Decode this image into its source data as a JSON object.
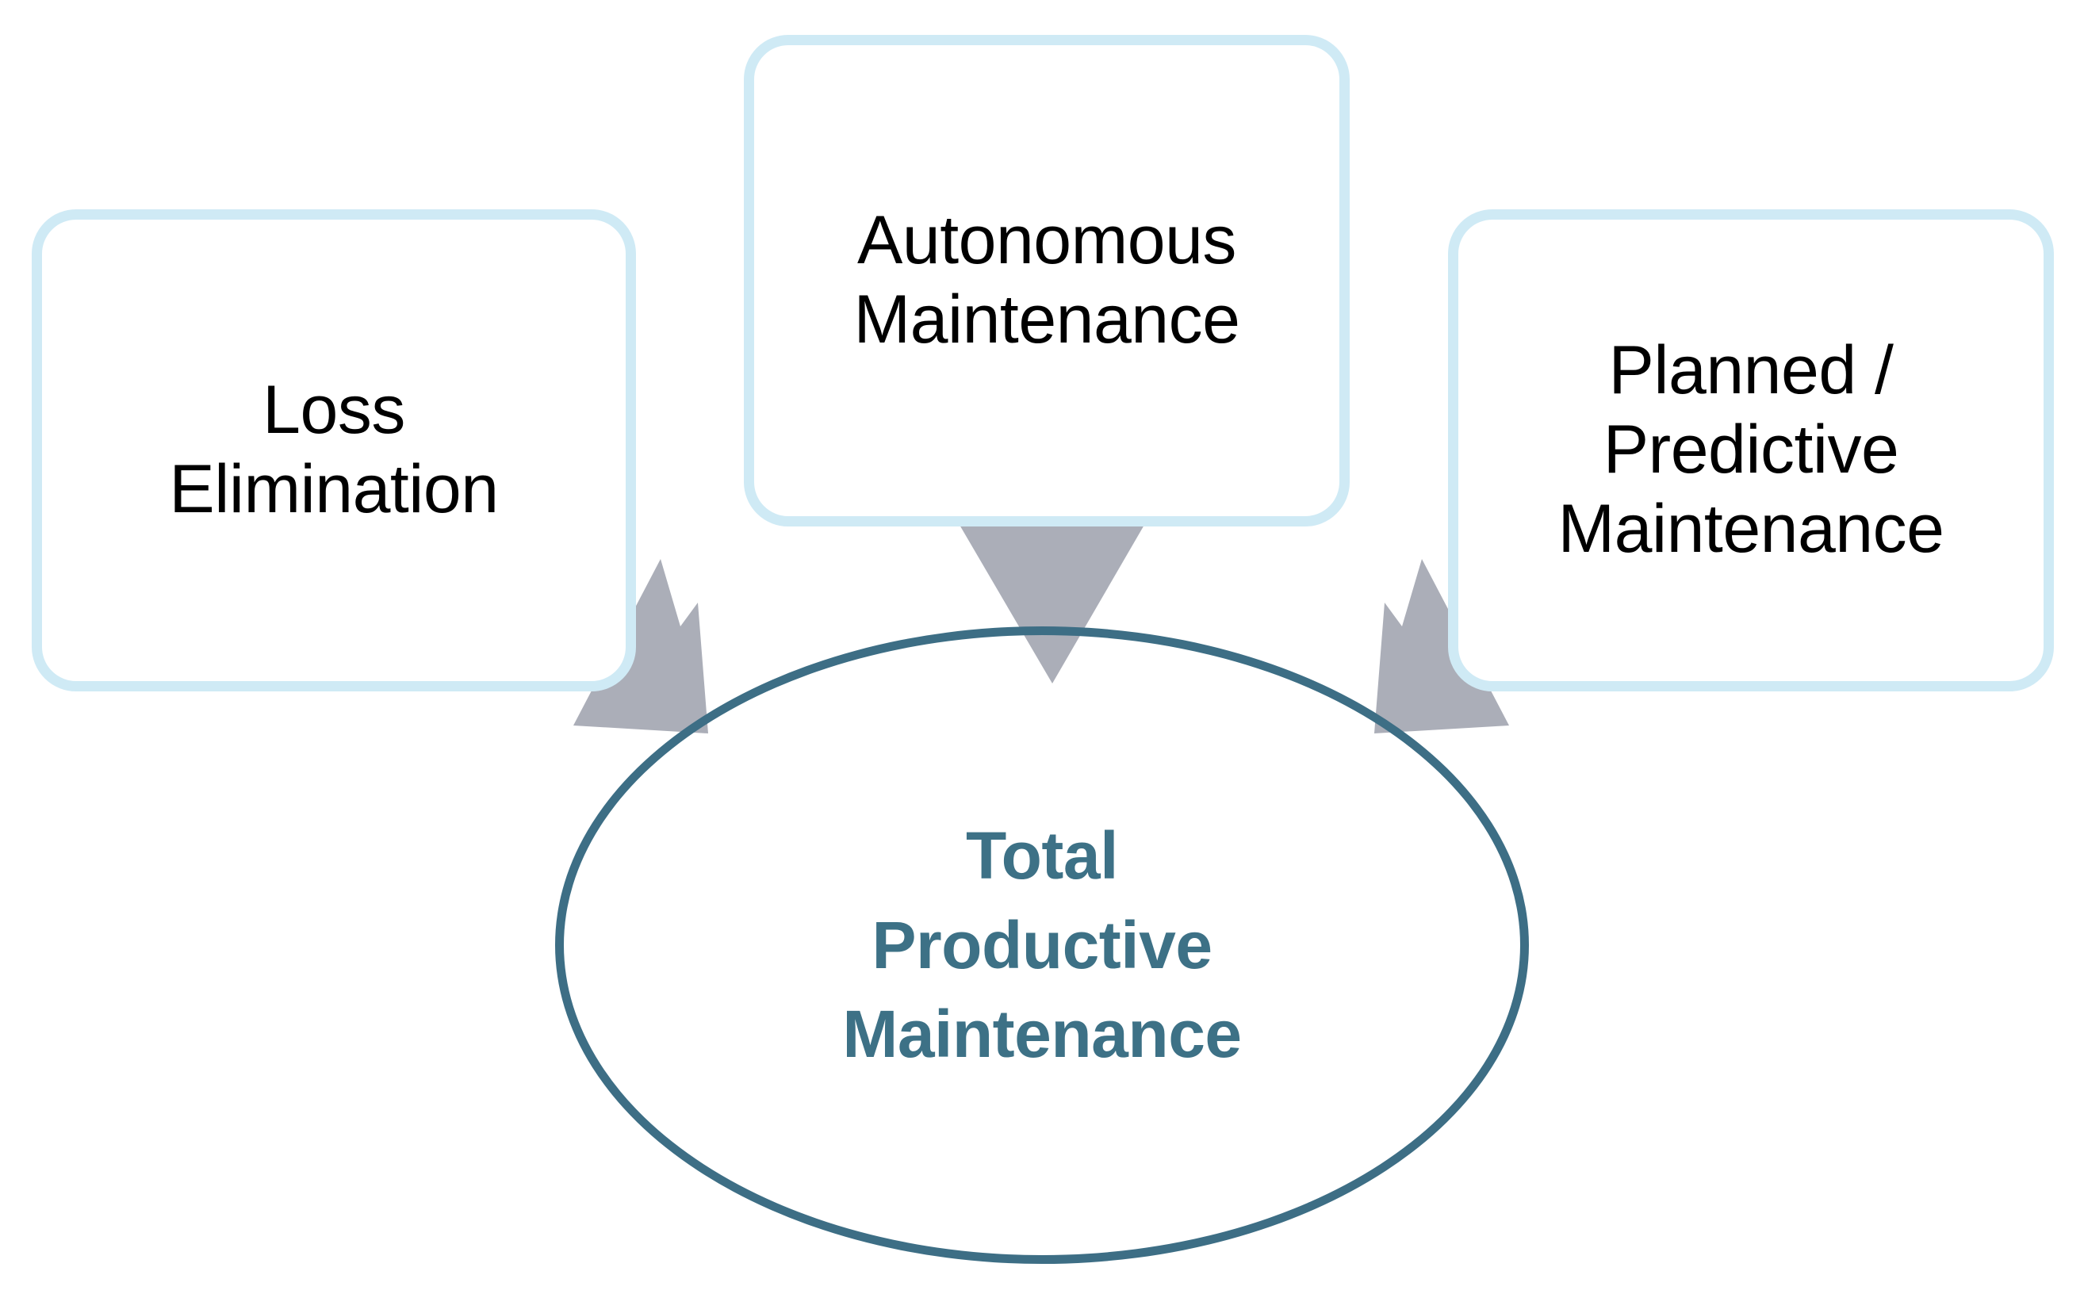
{
  "diagram": {
    "title": "Total Productive Maintenance pillars",
    "type": "convergence-diagram",
    "background_color": "#FFFFFF",
    "nodes": [
      {
        "id": "loss-elimination",
        "label": "Loss\nElimination",
        "shape": "rounded-rectangle",
        "border_color": "#CFEAF5",
        "fill_color": "#FFFFFF",
        "text_color": "#000000"
      },
      {
        "id": "autonomous-maintenance",
        "label": "Autonomous\nMaintenance",
        "shape": "rounded-rectangle",
        "border_color": "#CFEAF5",
        "fill_color": "#FFFFFF",
        "text_color": "#000000"
      },
      {
        "id": "planned-predictive-maintenance",
        "label": "Planned /\nPredictive\nMaintenance",
        "shape": "rounded-rectangle",
        "border_color": "#CFEAF5",
        "fill_color": "#FFFFFF",
        "text_color": "#000000"
      },
      {
        "id": "total-productive-maintenance",
        "label": "Total\nProductive\nMaintenance",
        "shape": "ellipse",
        "border_color": "#3D6E85",
        "fill_color": "#FFFFFF",
        "text_color": "#3D7186"
      }
    ],
    "connectors": [
      {
        "id": "arrow-loss-to-tpm",
        "from": "loss-elimination",
        "to": "total-productive-maintenance",
        "direction": "down-right",
        "color": "#ABAEB8"
      },
      {
        "id": "arrow-autonomous-to-tpm",
        "from": "autonomous-maintenance",
        "to": "total-productive-maintenance",
        "direction": "down",
        "color": "#ABAEB8"
      },
      {
        "id": "arrow-planned-to-tpm",
        "from": "planned-predictive-maintenance",
        "to": "total-productive-maintenance",
        "direction": "down-left",
        "color": "#ABAEB8"
      }
    ]
  }
}
